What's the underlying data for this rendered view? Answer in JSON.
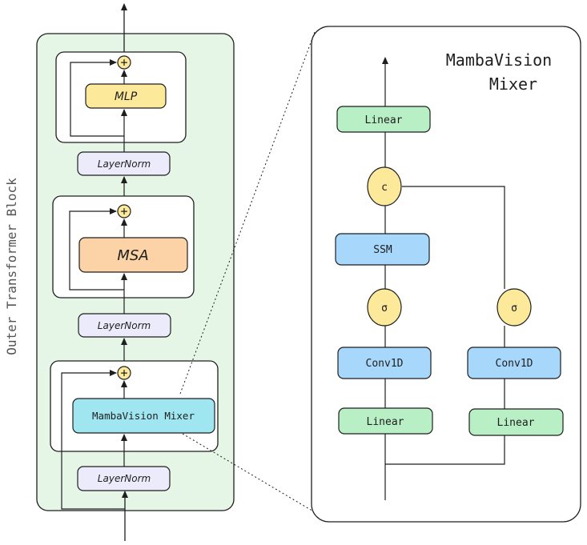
{
  "outer_label": "Outer Transformer Block",
  "left_stack": {
    "mlp": "MLP",
    "msa": "MSA",
    "layernorm_top": "LayerNorm",
    "layernorm_mid": "LayerNorm",
    "layernorm_bottom": "LayerNorm",
    "mixer": "MambaVision Mixer"
  },
  "detail": {
    "title_line1": "MambaVision",
    "title_line2": "Mixer",
    "linear_top": "Linear",
    "concat": "c",
    "ssm": "SSM",
    "sigma_left": "σ",
    "sigma_right": "σ",
    "conv_left": "Conv1D",
    "conv_right": "Conv1D",
    "linear_left": "Linear",
    "linear_right": "Linear"
  },
  "colors": {
    "outer_block_fill": "#e6f6e6",
    "mlp_fill": "#fde99a",
    "msa_fill": "#fbd3a6",
    "layernorm_fill": "#ecebfb",
    "mixer_fill": "#9fe6f0",
    "linear_fill": "#b8efc4",
    "ssm_fill": "#a7d7fb",
    "conv_fill": "#a7d7fb",
    "circle_fill": "#fde99a",
    "stroke": "#1e1e1e"
  }
}
